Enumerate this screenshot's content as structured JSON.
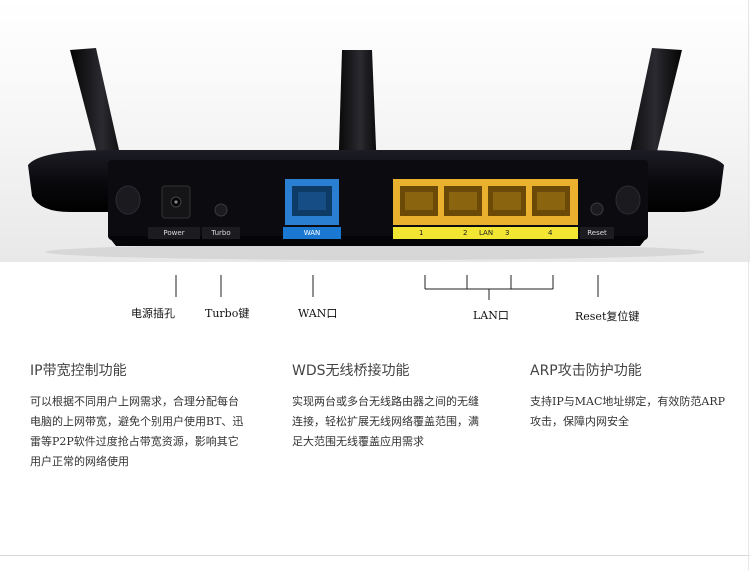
{
  "photo": {
    "port_labels": {
      "power": "Power",
      "turbo": "Turbo",
      "wan": "WAN",
      "lan_numbers": [
        "1",
        "2",
        "LAN",
        "3",
        "4"
      ],
      "reset": "Reset"
    },
    "colors": {
      "router_body": "#0b0b10",
      "wan_port": "#2b7fd3",
      "lan_ports": "#e9b12e",
      "lan_strip": "#f2e632",
      "wan_strip": "#1a78d2"
    }
  },
  "callouts": {
    "power": "电源插孔",
    "turbo": "Turbo键",
    "wan": "WAN口",
    "lan": "LAN口",
    "reset": "Reset复位键"
  },
  "features": [
    {
      "title": "IP带宽控制功能",
      "lines": [
        "可以根据不同用户上网需求，合理分配每台",
        "电脑的上网带宽，避免个别用户使用BT、迅",
        "雷等P2P软件过度抢占带宽资源，影响其它",
        "用户正常的网络使用"
      ]
    },
    {
      "title": "WDS无线桥接功能",
      "lines": [
        "实现两台或多台无线路由器之间的无缝",
        "连接，轻松扩展无线网络覆盖范围，满",
        "足大范围无线覆盖应用需求"
      ]
    },
    {
      "title": "ARP攻击防护功能",
      "lines": [
        "支持IP与MAC地址绑定，有效防范ARP",
        "攻击，保障内网安全"
      ]
    }
  ]
}
